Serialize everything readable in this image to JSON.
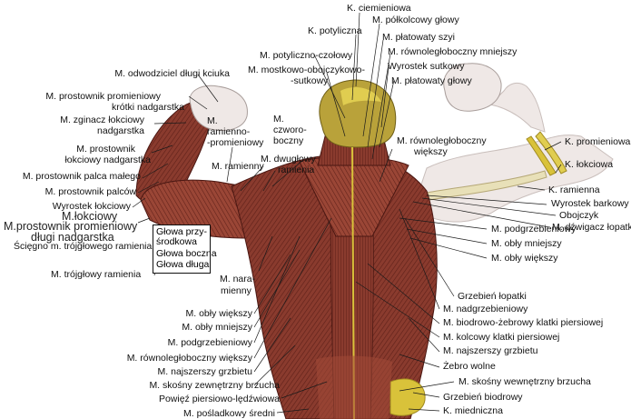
{
  "colors": {
    "muscle": "#8a3b2e",
    "muscle_dark": "#5e1f18",
    "muscle_light": "#b86a4f",
    "tendon": "#d9c23a",
    "bone": "#e8e0b8",
    "skin": "#efe8e6",
    "leader_line": "#1a1a1a"
  },
  "labels": {
    "l1": "K. ciemieniowa",
    "l2": "K. potyliczna",
    "l3": "M. półkolcowy głowy",
    "l4": "M. płatowaty szyi",
    "l5": "M. potyliczno-czołowy",
    "l6": "M. równoległoboczny mniejszy",
    "l7a": "M. mostkowo-obojczykowo-",
    "l7b": "-sutkowy",
    "l8": "Wyrostek sutkowy",
    "l9": "M. płatowaty głowy",
    "l10": "M. odwodziciel długi kciuka",
    "l11a": "M. prostownik promieniowy",
    "l11b": "krótki nadgarstka",
    "l12a": "M. zginacz łokciowy",
    "l12b": "nadgarstka",
    "l13a": "M. prostownik",
    "l13b": "łokciowy nadgarstka",
    "l14": "M. prostownik palca małego",
    "l15": "M. prostownik palców",
    "l16": "Wyrostek łokciowy",
    "l17": "M.łokciowy",
    "l18": "M.prostownik promieniowy",
    "l19": "długi nadgarstka",
    "l20": "Ścięgno m. trójgłowego ramienia",
    "l21": "M. trójgłowy ramienia",
    "l22a": "M.",
    "l22b": "ramienno-",
    "l22c": "-promieniowy",
    "l23": "M. ramienny",
    "l24a": "M.",
    "l24b": "czworo-",
    "l24c": "boczny",
    "l25a": "M. dwugłowy",
    "l25b": "ramienia",
    "l26a": "M. równoległoboczny",
    "l26b": "większy",
    "l27": "K. promieniowa",
    "l28": "K. łokciowa",
    "l29": "K. ramienna",
    "l30": "Wyrostek barkowy",
    "l31": "Obojczyk",
    "l32": "M. dźwigacz łopatki",
    "l33": "M. podgrzebieniowy",
    "l34": "M. obły mniejszy",
    "l35": "M. obły większy",
    "l36": "Grzebień łopatki",
    "l37": "M. nadgrzebieniowy",
    "l38": "M. biodrowo-żebrowy klatki piersiowej",
    "l39": "M. kolcowy klatki piersiowej",
    "l40": "M. najszerszy grzbietu",
    "l41": "Żebro wolne",
    "l42": "M. skośny wewnętrzny brzucha",
    "l43": "Grzebień biodrowy",
    "l44": "K. miedniczna",
    "l45a": "M. nara-",
    "l45b": "mienny",
    "l46": "M. obły większy",
    "l47": "M. obły mniejszy",
    "l48": "M. podgrzebieniowy",
    "l49": "M. równoległoboczny większy",
    "l50": "M. najszerszy grzbietu",
    "l51": "M. skośny zewnętrzny brzucha",
    "l52": "Powięź piersiowo-lędźwiowa",
    "l53": "M. pośladkowy średni",
    "glowa1a": "Głowa przy-",
    "glowa1b": "środkowa",
    "glowa2": "Głowa boczna",
    "glowa3": "Głowa długa"
  }
}
